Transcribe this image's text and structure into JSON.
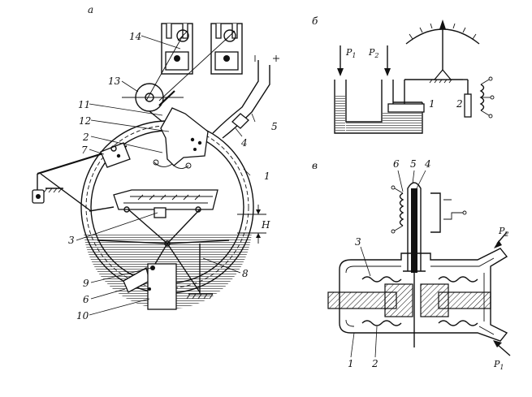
{
  "panels": {
    "a": {
      "letter": "а",
      "labels": [
        "14",
        "13",
        "11",
        "12",
        "2",
        "7",
        "4",
        "5",
        "1",
        "3",
        "9",
        "6",
        "10",
        "8",
        "H"
      ]
    },
    "b": {
      "letter": "б",
      "labels": [
        "1",
        "2"
      ],
      "pressures": {
        "p1": {
          "base": "P",
          "sub": "1"
        },
        "p2": {
          "base": "P",
          "sub": "2"
        }
      }
    },
    "c": {
      "letter": "в",
      "labels": [
        "6",
        "5",
        "4",
        "3",
        "1",
        "2"
      ],
      "pressures": {
        "p1": {
          "base": "P",
          "sub": "1"
        },
        "p2": {
          "base": "P",
          "sub": "2"
        }
      }
    }
  },
  "colors": {
    "ink": "#111111",
    "paper": "#ffffff"
  }
}
